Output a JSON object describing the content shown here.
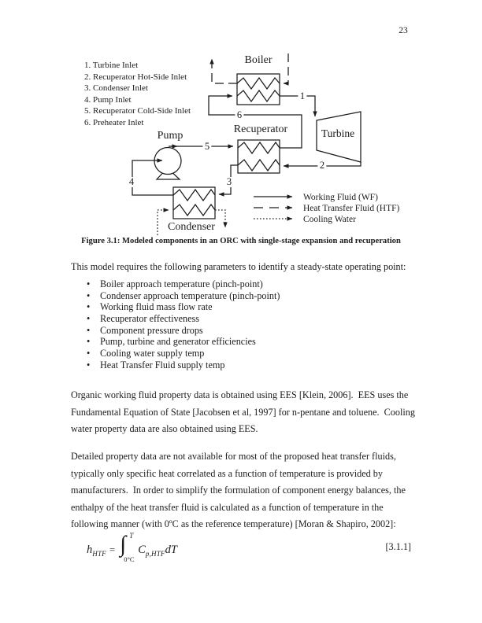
{
  "page": {
    "number": "23"
  },
  "colors": {
    "ink": "#1c1c1c",
    "paper": "#ffffff"
  },
  "figure": {
    "component_list": [
      "1. Turbine Inlet",
      "2. Recuperator Hot-Side Inlet",
      "3. Condenser Inlet",
      "4. Pump Inlet",
      "5. Recuperator Cold-Side Inlet",
      "6. Preheater Inlet"
    ],
    "labels": {
      "boiler": "Boiler",
      "recuperator": "Recuperator",
      "pump": "Pump",
      "turbine": "Turbine",
      "condenser": "Condenser"
    },
    "state_points": [
      "1",
      "2",
      "3",
      "4",
      "5",
      "6"
    ],
    "legend": {
      "working_fluid": "Working Fluid (WF)",
      "htf": "Heat Transfer Fluid (HTF)",
      "cooling_water": "Cooling Water"
    },
    "caption": "Figure 3.1: Modeled components in an ORC with single-stage expansion and recuperation"
  },
  "body": {
    "intro": "This model requires the following parameters to identify a steady-state operating point:",
    "bullets": [
      "Boiler approach temperature (pinch-point)",
      "Condenser approach temperature (pinch-point)",
      "Working fluid mass flow rate",
      "Recuperator effectiveness",
      "Component pressure drops",
      "Pump, turbine and generator efficiencies",
      "Cooling water supply temp",
      "Heat Transfer Fluid supply temp"
    ],
    "para2_lines": [
      "Organic working fluid property data is obtained using EES [Klein, 2006].  EES uses the",
      "Fundamental Equation of State [Jacobsen et al, 1997] for n-pentane and toluene.  Cooling",
      "water property data are also obtained using EES."
    ],
    "para3_lines": [
      "Detailed property data are not available for most of the proposed heat transfer fluids,",
      "typically only specific heat correlated as a function of temperature is provided by",
      "manufacturers.  In order to simplify the formulation of component energy balances, the",
      "enthalpy of the heat transfer fluid is calculated as a function of temperature in the",
      "following manner (with 0ºC as the reference temperature) [Moran & Shapiro, 2002]:"
    ],
    "equation": {
      "lhs": "h",
      "lhs_sub": "HTF",
      "equals": "=",
      "integral": "∫",
      "upper_limit": "T",
      "lower_limit": "0°C",
      "integrand": "C",
      "integrand_sub": "p,HTF",
      "differential": "dT",
      "number": "[3.1.1]"
    }
  }
}
